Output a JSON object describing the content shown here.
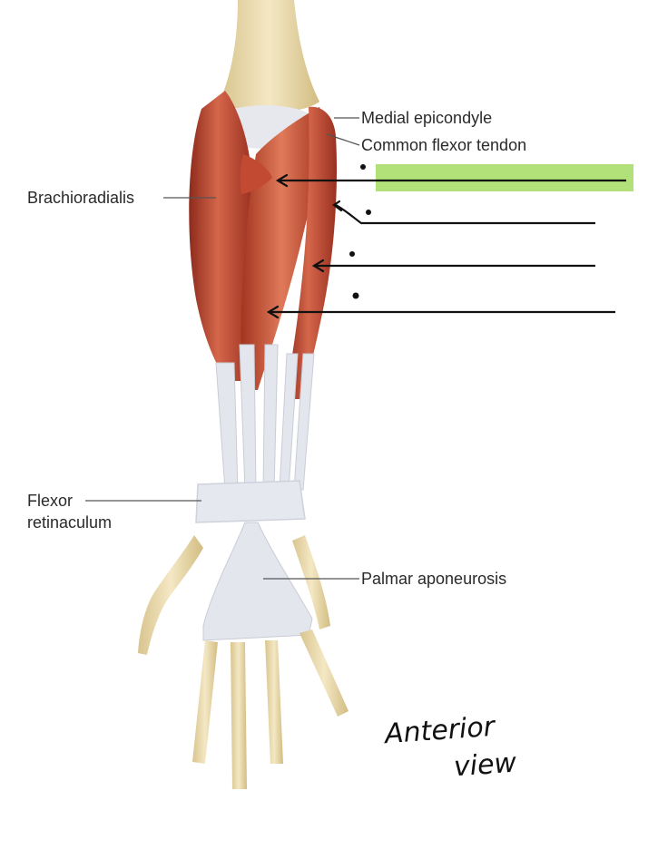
{
  "labels": {
    "medial_epicondyle": "Medial epicondyle",
    "common_flexor_tendon": "Common flexor tendon",
    "brachioradialis": "Brachioradialis",
    "flexor_line1": "Flexor",
    "flexor_line2": "retinaculum",
    "palmar_aponeurosis": "Palmar aponeurosis"
  },
  "annotation": {
    "line1": "Anterior",
    "line2": "view"
  },
  "colors": {
    "muscle": "#b8402c",
    "muscle_light": "#d4664a",
    "muscle_dark": "#8e2b1c",
    "bone": "#ecdcae",
    "tendon": "#e4e6ee",
    "highlight": "#b2e17a",
    "ink": "#111111"
  },
  "blanks": 4
}
